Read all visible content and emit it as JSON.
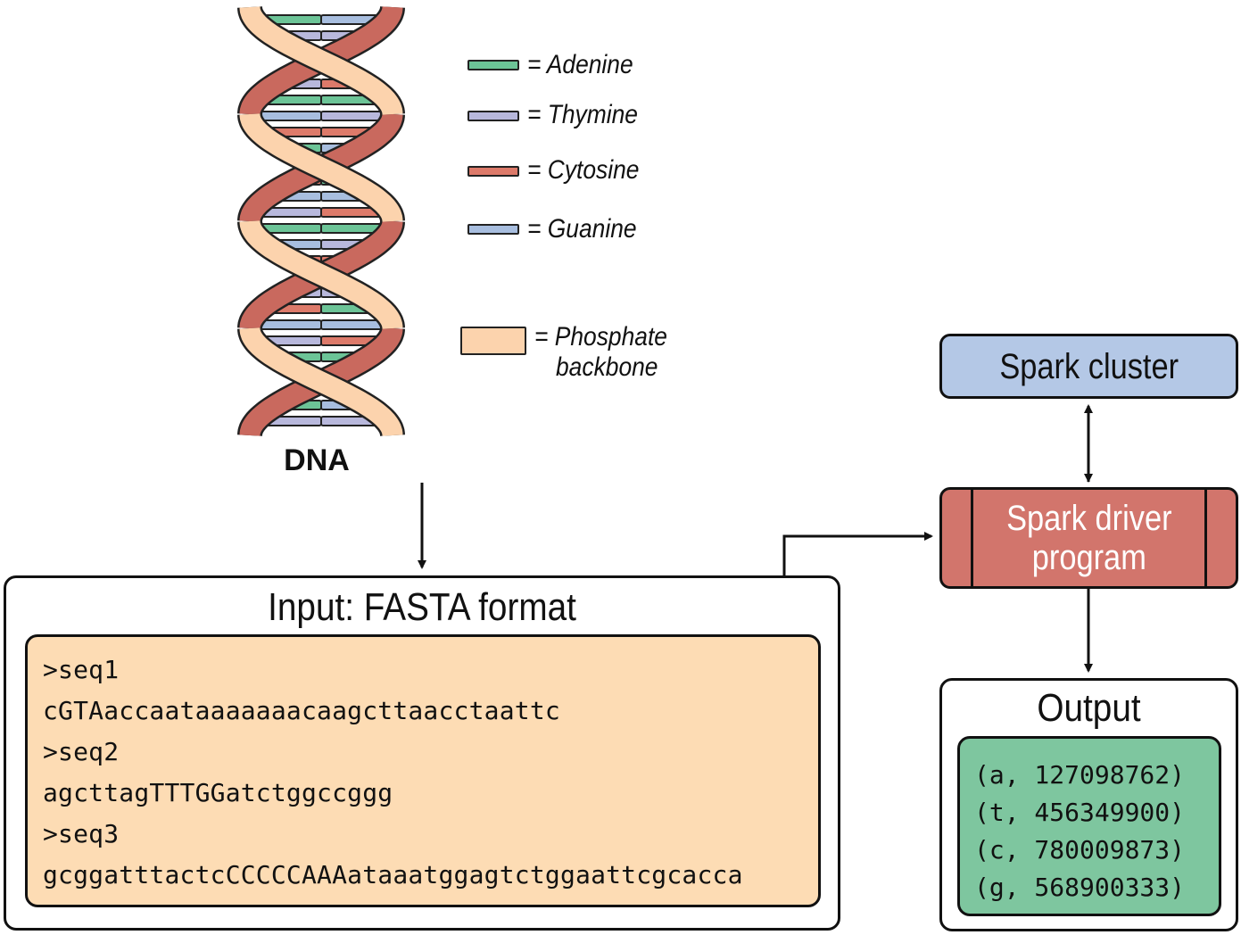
{
  "dna": {
    "label": "DNA",
    "colors": {
      "adenine": "#6cc497",
      "thymine": "#b8b8dc",
      "cytosine": "#dd7a6a",
      "guanine": "#a8bedf",
      "backbone": "#fcd3ad",
      "backbone_back": "#c9695e"
    }
  },
  "legend": [
    {
      "key": "adenine",
      "text": "= Adenine",
      "color": "#6cc497",
      "icon": "bar-swatch"
    },
    {
      "key": "thymine",
      "text": "= Thymine",
      "color": "#b8b8dc",
      "icon": "bar-swatch"
    },
    {
      "key": "cytosine",
      "text": "= Cytosine",
      "color": "#dd7a6a",
      "icon": "bar-swatch"
    },
    {
      "key": "guanine",
      "text": "= Guanine",
      "color": "#a8bedf",
      "icon": "bar-swatch"
    },
    {
      "key": "backbone",
      "text_line1": "= Phosphate",
      "text_line2": "backbone",
      "color": "#fcd3ad",
      "icon": "box-swatch"
    }
  ],
  "input": {
    "title": "Input: FASTA format",
    "lines": [
      ">seq1",
      "cGTAaccaataaaaaaacaagcttaacctaattc",
      ">seq2",
      "agcttagTTTGGatctggccggg",
      ">seq3",
      "gcggatttactcCCCCCAAAataaatggagtctggaattcgcacca"
    ],
    "panel_color": "#fddcb4"
  },
  "spark_cluster": {
    "label": "Spark cluster",
    "color": "#b4c8e6"
  },
  "spark_driver": {
    "label": "Spark driver\nprogram",
    "color": "#d2756c"
  },
  "output": {
    "title": "Output",
    "lines": [
      "(a, 127098762)",
      "(t, 456349900)",
      "(c, 780009873)",
      "(g, 568900333)"
    ],
    "panel_color": "#7ec69f"
  }
}
